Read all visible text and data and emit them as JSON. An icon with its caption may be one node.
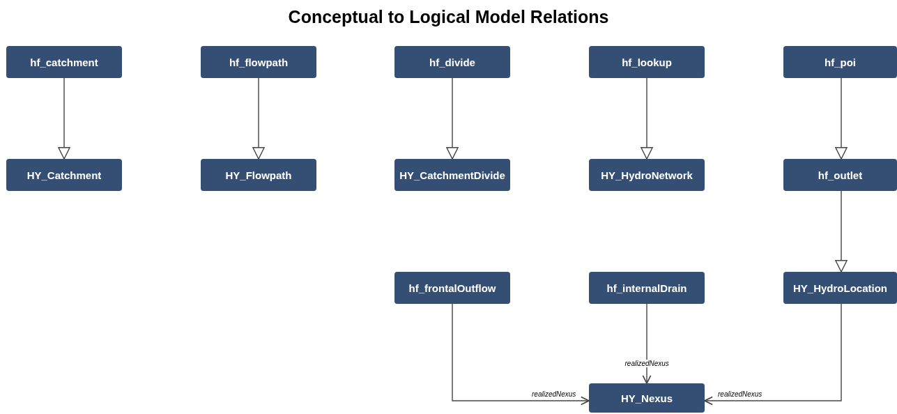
{
  "diagram": {
    "title": "Conceptual to Logical Model Relations",
    "nodes": [
      {
        "text": [
          "hf_catchment"
        ]
      },
      {
        "text": [
          "hf_flowpath"
        ]
      },
      {
        "text": [
          "hf_divide"
        ]
      },
      {
        "text": [
          "hf_lookup"
        ]
      },
      {
        "text": [
          "hf_poi"
        ]
      },
      {
        "text": [
          "HY_Catchment"
        ]
      },
      {
        "text": [
          "HY_Flowpath"
        ]
      },
      {
        "text": [
          "HY_CatchmentDivide"
        ]
      },
      {
        "text": [
          "HY_HydroNetwork"
        ]
      },
      {
        "text": [
          "hf_outlet"
        ]
      },
      {
        "text": [
          "hf_frontalOutflow"
        ]
      },
      {
        "text": [
          "hf_internalDrain"
        ]
      },
      {
        "text": [
          "HY_HydroLocation"
        ]
      },
      {
        "text": [
          "HY_Nexus"
        ]
      }
    ],
    "edges": [
      {
        "from": 0,
        "to": 5,
        "arrow": "to"
      },
      {
        "from": 1,
        "to": 6,
        "arrow": "to"
      },
      {
        "from": 2,
        "to": 7,
        "arrow": "to"
      },
      {
        "from": 3,
        "to": 8,
        "arrow": "to"
      },
      {
        "from": 4,
        "to": 9,
        "arrow": "to"
      },
      {
        "from": 9,
        "to": 12,
        "arrow": "to"
      },
      {
        "from": 10,
        "to": 13,
        "arrow": "to",
        "label": "realizedNexus"
      },
      {
        "from": 11,
        "to": 13,
        "arrow": "to",
        "label": "realizedNexus"
      },
      {
        "from": 12,
        "to": 13,
        "arrow": "to",
        "label": "realizedNexus"
      }
    ]
  }
}
